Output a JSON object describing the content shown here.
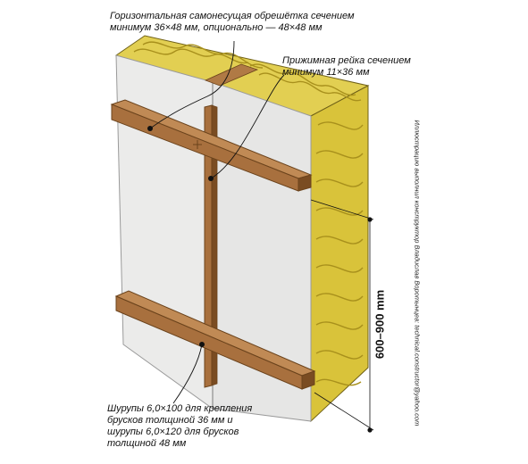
{
  "labels": {
    "lathing_line1": "Горизонтальная самонесущая обрешётка сечением",
    "lathing_line2": "минимум 36×48 мм, опционально — 48×48 мм",
    "strip_line1": "Прижимная рейка сечением",
    "strip_line2": "минимум 11×36 мм",
    "screws_line1": "Шурупы 6,0×100 для крепления",
    "screws_line2": "брусков толщиной 36 мм и",
    "screws_line3": "шурупы 6,0×120 для брусков",
    "screws_line4": "толщиной 48 мм"
  },
  "dimension": "600–900 mm",
  "credit": "Иллюстрацию выполнил конструктор Владислав Воротынцев: technical.constructor@yahoo.com",
  "colors": {
    "insulation": "#d9c33a",
    "insulation_top": "#e2cf52",
    "insulation_pattern": "#a8901c",
    "board": "#ebebea",
    "board_edge": "#9a9a9a",
    "wood": "#a8703e",
    "wood_dark": "#7a4c22",
    "wood_light": "#c08a55"
  }
}
